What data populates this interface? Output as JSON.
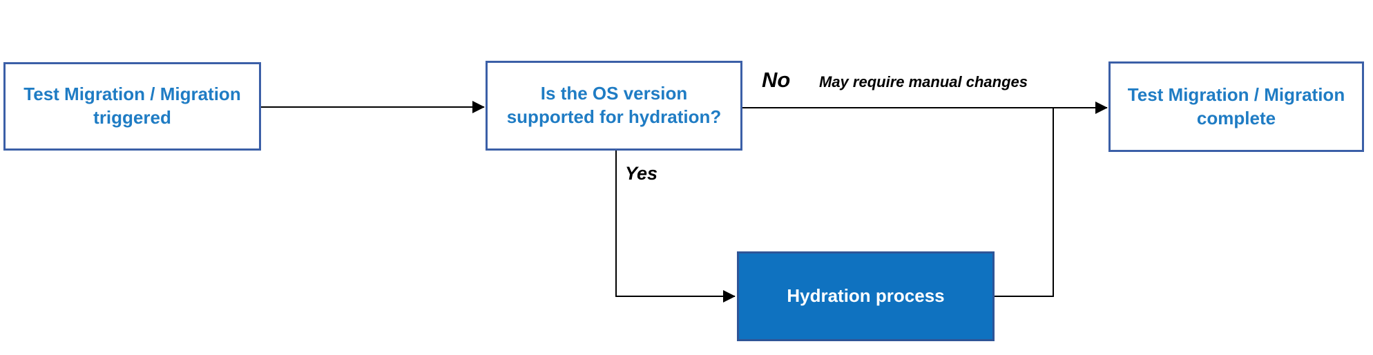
{
  "diagram": {
    "type": "flowchart",
    "background": "#ffffff",
    "colors": {
      "box_border": "#3b5fa7",
      "box_text": "#1f7cc4",
      "filled_box_background": "#0f72c0",
      "filled_box_text": "#ffffff",
      "connector": "#000000",
      "edge_label_text": "#000000"
    },
    "nodes": [
      {
        "id": "start",
        "label": "Test Migration / Migration triggered",
        "lines": [
          "Test Migration / Migration",
          "triggered"
        ],
        "style": "outlined"
      },
      {
        "id": "decision",
        "label": "Is the OS version supported for hydration?",
        "lines": [
          "Is the OS version",
          "supported for hydration?"
        ],
        "style": "outlined"
      },
      {
        "id": "complete",
        "label": "Test Migration / Migration complete",
        "lines": [
          "Test Migration / Migration",
          "complete"
        ],
        "style": "outlined"
      },
      {
        "id": "hydration",
        "label": "Hydration process",
        "lines": [
          "Hydration process"
        ],
        "style": "filled"
      }
    ],
    "edges": [
      {
        "from": "start",
        "to": "decision",
        "label": ""
      },
      {
        "from": "decision",
        "to": "complete",
        "label": "No",
        "note": "May require manual changes"
      },
      {
        "from": "decision",
        "to": "hydration",
        "label": "Yes"
      },
      {
        "from": "hydration",
        "to": "complete",
        "label": ""
      }
    ],
    "edge_labels": {
      "no": "No",
      "no_note": "May require manual changes",
      "yes": "Yes"
    }
  }
}
